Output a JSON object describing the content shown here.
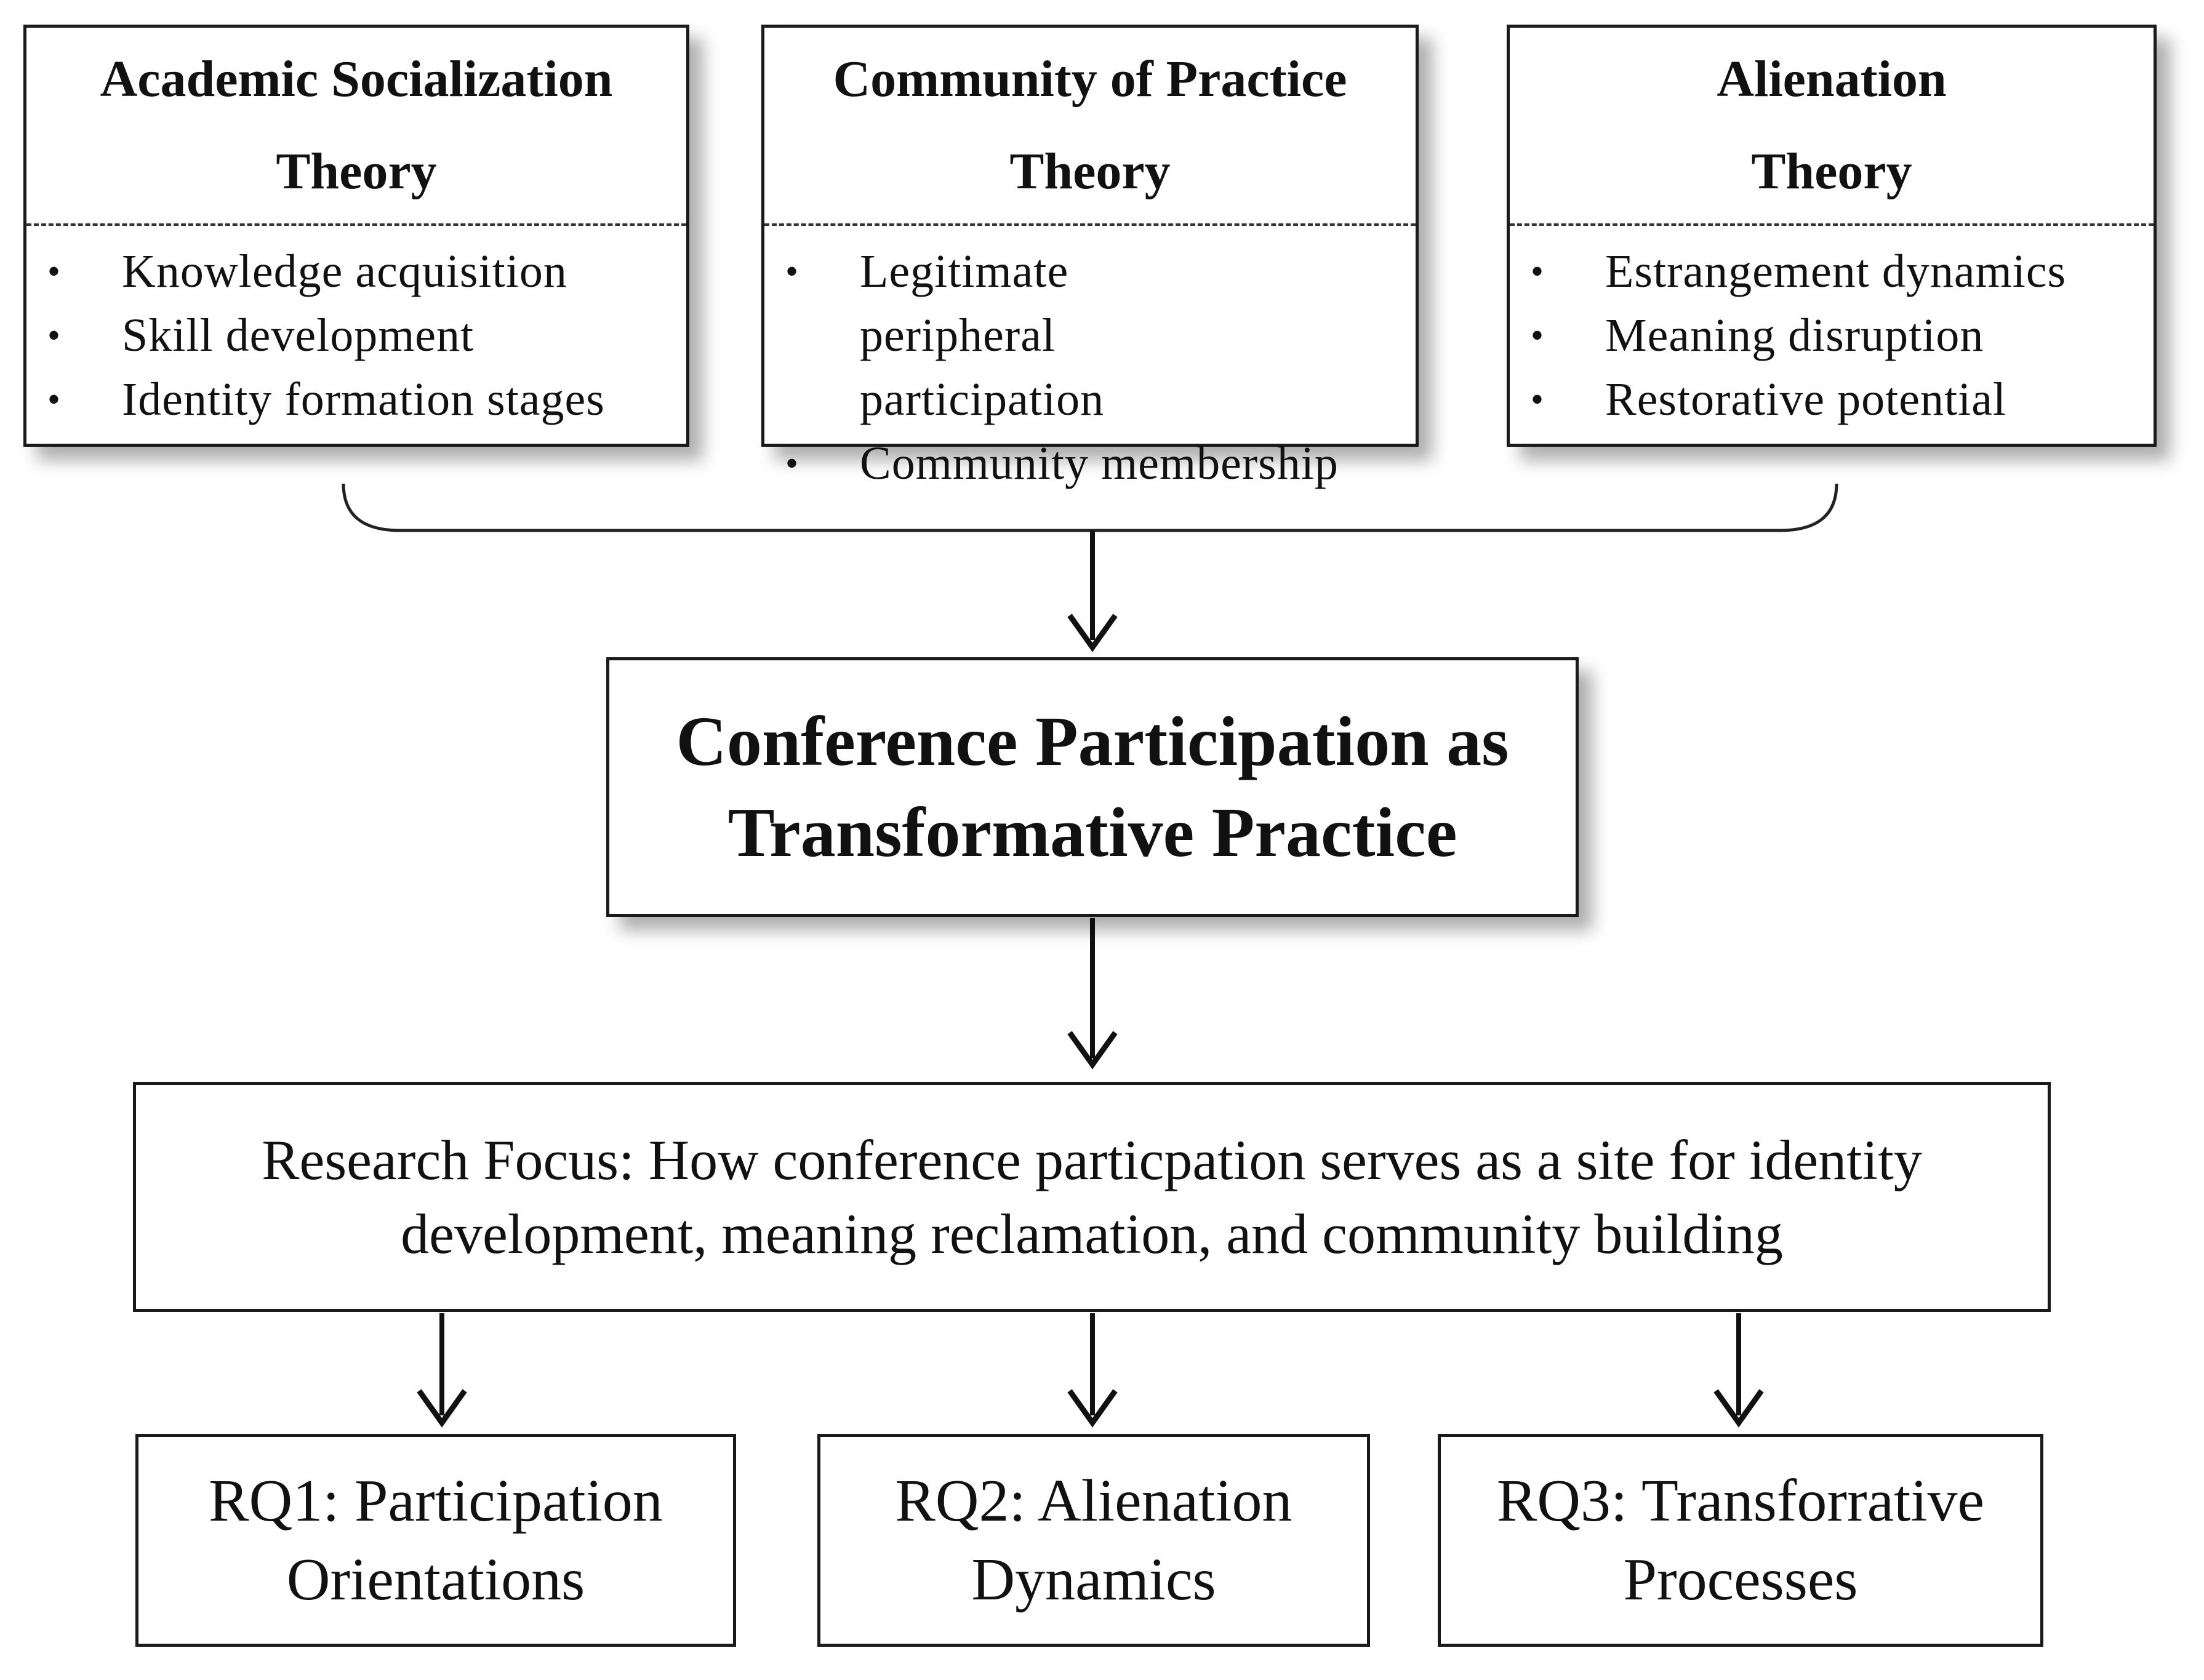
{
  "theories": [
    {
      "title_line1": "Academic Socialization",
      "title_line2": "Theory",
      "items": [
        "Knowledge acquisition",
        "Skill development",
        "Identity formation stages"
      ]
    },
    {
      "title_line1": "Community of Practice",
      "title_line2": "Theory",
      "items": [
        "Legitimate peripheral participation",
        "Community membership"
      ]
    },
    {
      "title_line1": "Alienation",
      "title_line2": "Theory",
      "items": [
        "Estrangement dynamics",
        "Meaning disruption",
        "Restorative potential"
      ]
    }
  ],
  "center": {
    "line1": "Conference Participation as",
    "line2": "Transformative Practice"
  },
  "focus": {
    "line1": "Research Focus: How conference particpation serves as a site for identity",
    "line2": "development, meaning reclamation, and community building"
  },
  "research_questions": [
    {
      "line1": "RQ1: Participation",
      "line2": "Orientations"
    },
    {
      "line1": "RQ2: Alienation",
      "line2": "Dynamics"
    },
    {
      "line1": "RQ3: Transforrative",
      "line2": "Processes"
    }
  ]
}
